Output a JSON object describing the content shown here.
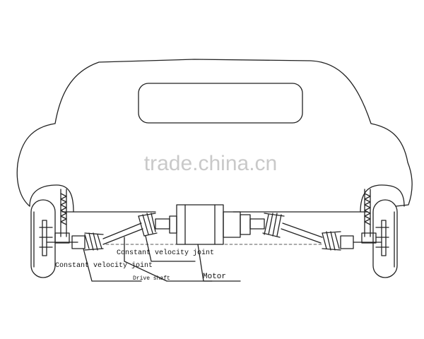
{
  "diagram": {
    "watermark": "trade.china.cn",
    "labels": {
      "cv_joint_left": "Constant velocity joint",
      "drive_shaft": "Drive shaft",
      "cv_joint_center": "Constant velocity joint",
      "motor": "Motor"
    }
  },
  "colors": {
    "line": "#222222",
    "watermark": "#c9c9c9",
    "background": "#ffffff"
  }
}
